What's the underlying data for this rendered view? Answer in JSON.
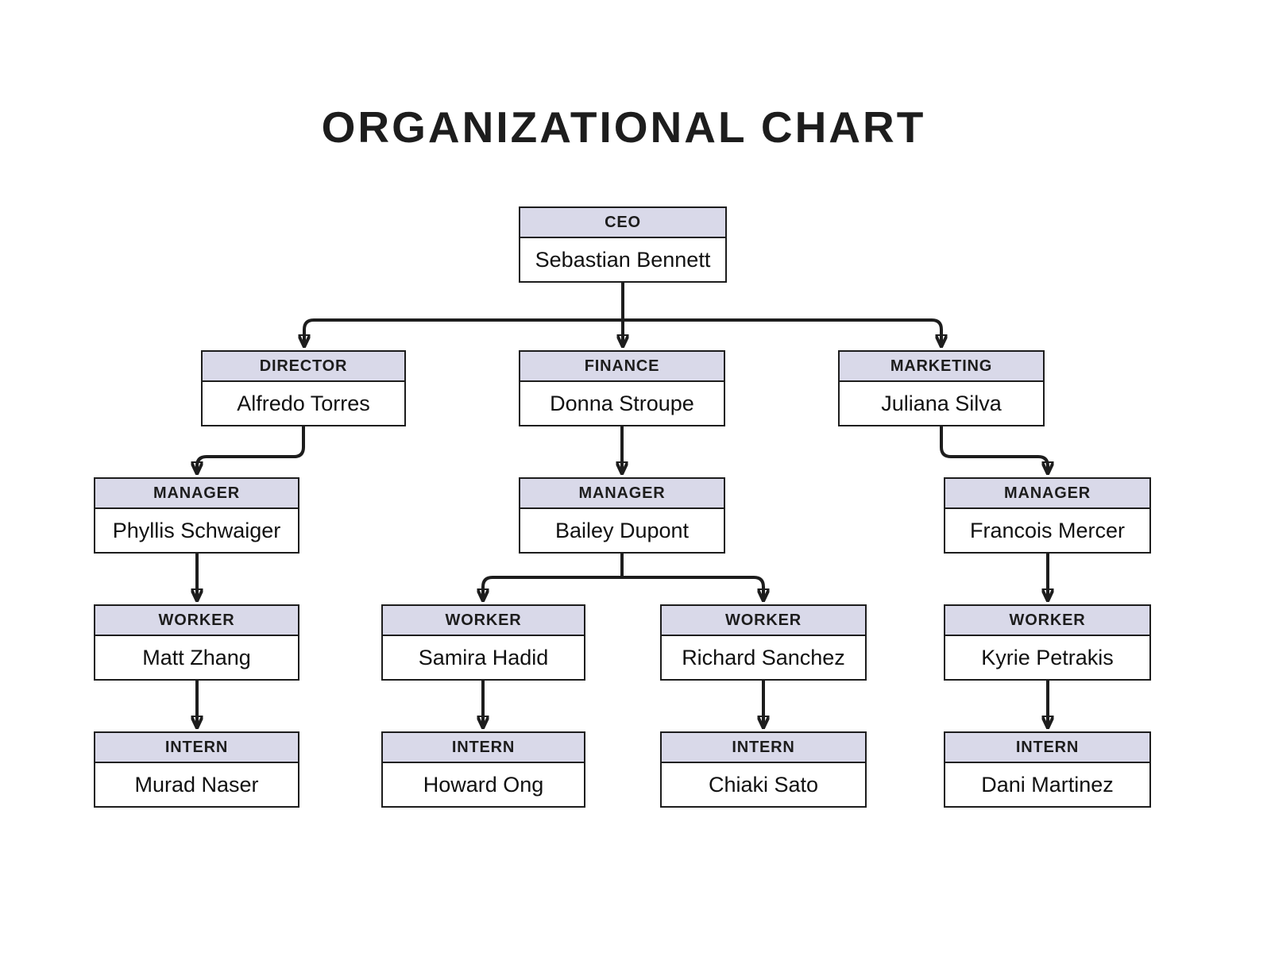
{
  "title": "ORGANIZATIONAL CHART",
  "colors": {
    "header_fill": "#d9d9e9",
    "box_fill": "#ffffff",
    "line": "#1d1d1d"
  },
  "nodes": [
    {
      "id": "ceo",
      "role": "CEO",
      "name": "Sebastian Bennett",
      "reports_to": null
    },
    {
      "id": "director",
      "role": "DIRECTOR",
      "name": "Alfredo Torres",
      "reports_to": "ceo"
    },
    {
      "id": "finance",
      "role": "FINANCE",
      "name": "Donna Stroupe",
      "reports_to": "ceo"
    },
    {
      "id": "marketing",
      "role": "MARKETING",
      "name": "Juliana Silva",
      "reports_to": "ceo"
    },
    {
      "id": "manager-1",
      "role": "MANAGER",
      "name": "Phyllis Schwaiger",
      "reports_to": "director"
    },
    {
      "id": "manager-2",
      "role": "MANAGER",
      "name": "Bailey Dupont",
      "reports_to": "finance"
    },
    {
      "id": "manager-3",
      "role": "MANAGER",
      "name": "Francois Mercer",
      "reports_to": "marketing"
    },
    {
      "id": "worker-1",
      "role": "WORKER",
      "name": "Matt Zhang",
      "reports_to": "manager-1"
    },
    {
      "id": "worker-2",
      "role": "WORKER",
      "name": "Samira Hadid",
      "reports_to": "manager-2"
    },
    {
      "id": "worker-3",
      "role": "WORKER",
      "name": "Richard Sanchez",
      "reports_to": "manager-2"
    },
    {
      "id": "worker-4",
      "role": "WORKER",
      "name": "Kyrie Petrakis",
      "reports_to": "manager-3"
    },
    {
      "id": "intern-1",
      "role": "INTERN",
      "name": "Murad Naser",
      "reports_to": "worker-1"
    },
    {
      "id": "intern-2",
      "role": "INTERN",
      "name": "Howard Ong",
      "reports_to": "worker-2"
    },
    {
      "id": "intern-3",
      "role": "INTERN",
      "name": "Chiaki Sato",
      "reports_to": "worker-3"
    },
    {
      "id": "intern-4",
      "role": "INTERN",
      "name": "Dani Martinez",
      "reports_to": "worker-4"
    }
  ]
}
